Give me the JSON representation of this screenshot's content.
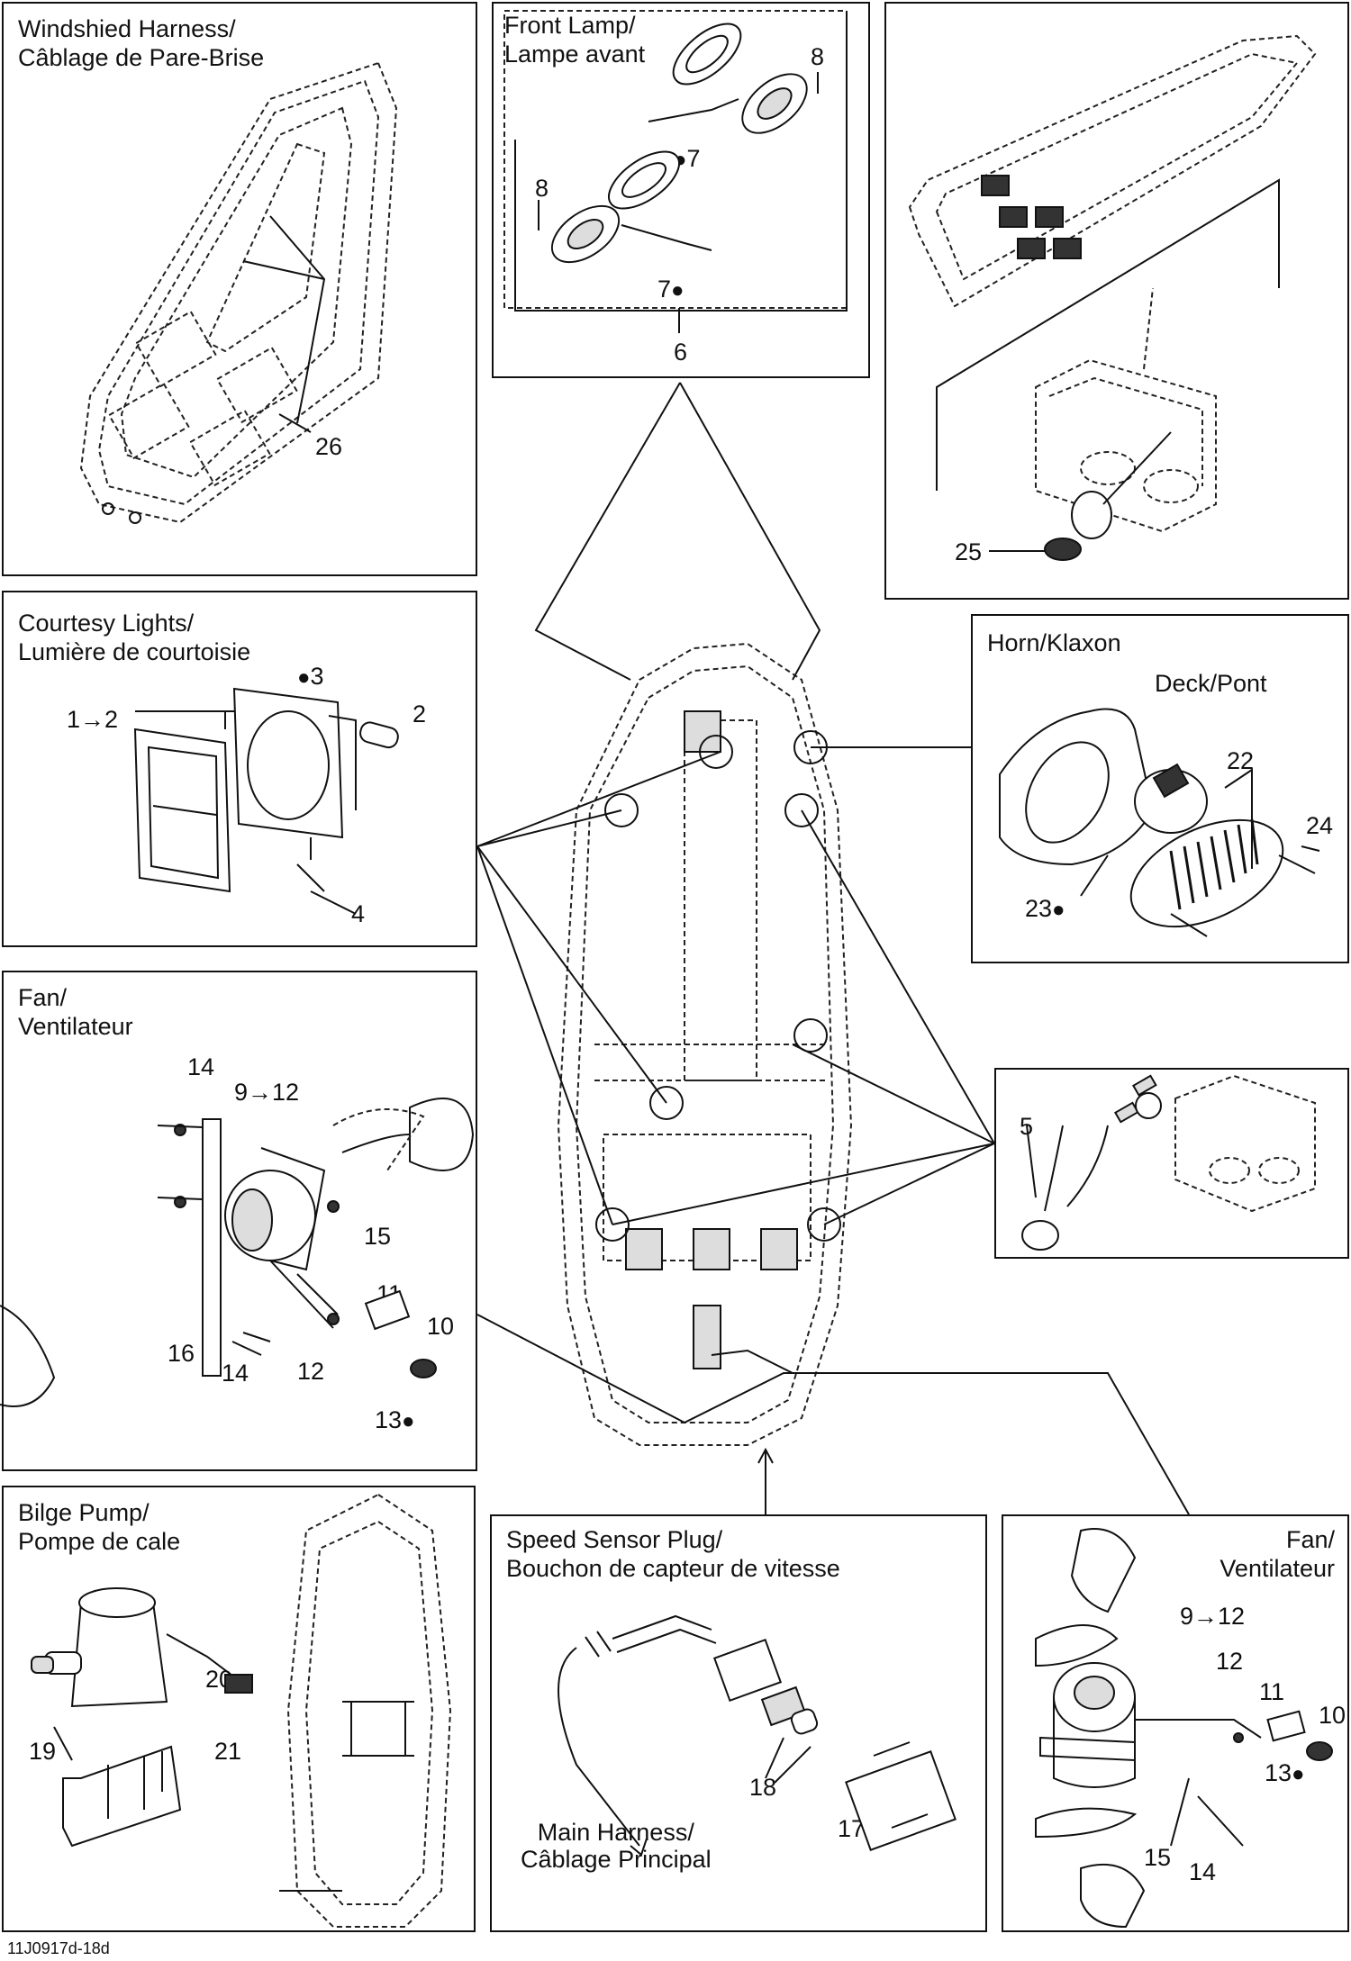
{
  "panels": {
    "windshield": {
      "title_line1": "Windshied Harness/",
      "title_line2": "Câblage de Pare-Brise",
      "callouts": [
        "26"
      ]
    },
    "front_lamp": {
      "title_line1": "Front Lamp/",
      "title_line2": "Lampe avant",
      "callouts": [
        "8",
        "7",
        "8",
        "7",
        "6"
      ]
    },
    "top_right": {
      "callouts": [
        "25"
      ]
    },
    "courtesy": {
      "title_line1": "Courtesy Lights/",
      "title_line2": "Lumière de courtoisie",
      "callouts": [
        "3",
        "1→2",
        "2",
        "4"
      ]
    },
    "horn": {
      "title_line1": "Horn/Klaxon",
      "subtitle": "Deck/Pont",
      "callouts": [
        "22",
        "24",
        "23"
      ]
    },
    "connector": {
      "callouts": [
        "5"
      ]
    },
    "fan_left": {
      "title_line1": "Fan/",
      "title_line2": "Ventilateur",
      "callouts": [
        "14",
        "9→12",
        "15",
        "11",
        "10",
        "16",
        "14",
        "12",
        "13"
      ]
    },
    "bilge": {
      "title_line1": "Bilge Pump/",
      "title_line2": "Pompe de cale",
      "callouts": [
        "20",
        "19",
        "21"
      ]
    },
    "speed_sensor": {
      "title_line1": "Speed Sensor Plug/",
      "title_line2": "Bouchon de capteur de vitesse",
      "note_line1": "Main Harness/",
      "note_line2": "Câblage Principal",
      "callouts": [
        "18",
        "17"
      ]
    },
    "fan_right": {
      "title_line1": "Fan/",
      "title_line2": "Ventilateur",
      "callouts": [
        "9→12",
        "12",
        "11",
        "10",
        "13",
        "15",
        "14"
      ]
    }
  },
  "icons": {
    "drop": "💧",
    "adhesive_symbol": "loctite-drop-icon"
  },
  "footer": {
    "code": "11J0917d-18d"
  }
}
